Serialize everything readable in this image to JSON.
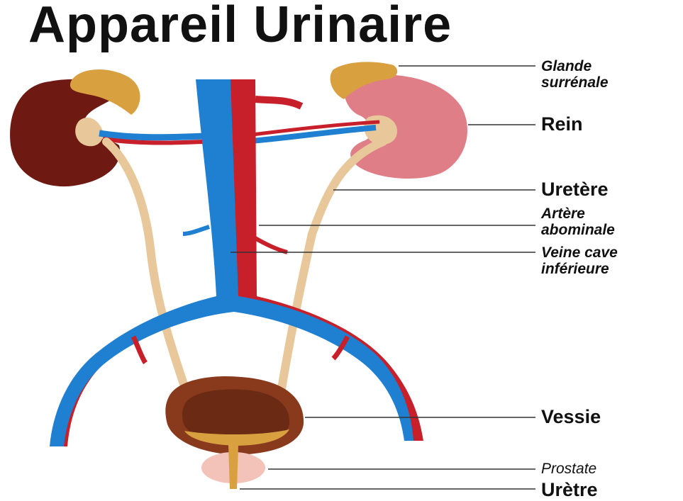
{
  "title": "Appareil Urinaire",
  "labels": {
    "glande_surrenale": [
      "Glande",
      "surrénale"
    ],
    "rein": "Rein",
    "uretere": "Uretère",
    "artere_abdominale": [
      "Artère",
      "abominale"
    ],
    "veine_cave_inferieure": [
      "Veine cave",
      "inférieure"
    ],
    "vessie": "Vessie",
    "prostate": "Prostate",
    "uretre": "Urètre"
  },
  "colors": {
    "vein": "#1f7fd0",
    "artery": "#c8202a",
    "kidney_left": "#6e1a12",
    "kidney_right": "#e07e88",
    "adrenal": "#d9a040",
    "ureter": "#e8c89a",
    "bladder": "#8a3a1c",
    "prostate": "#f3c2b8"
  }
}
